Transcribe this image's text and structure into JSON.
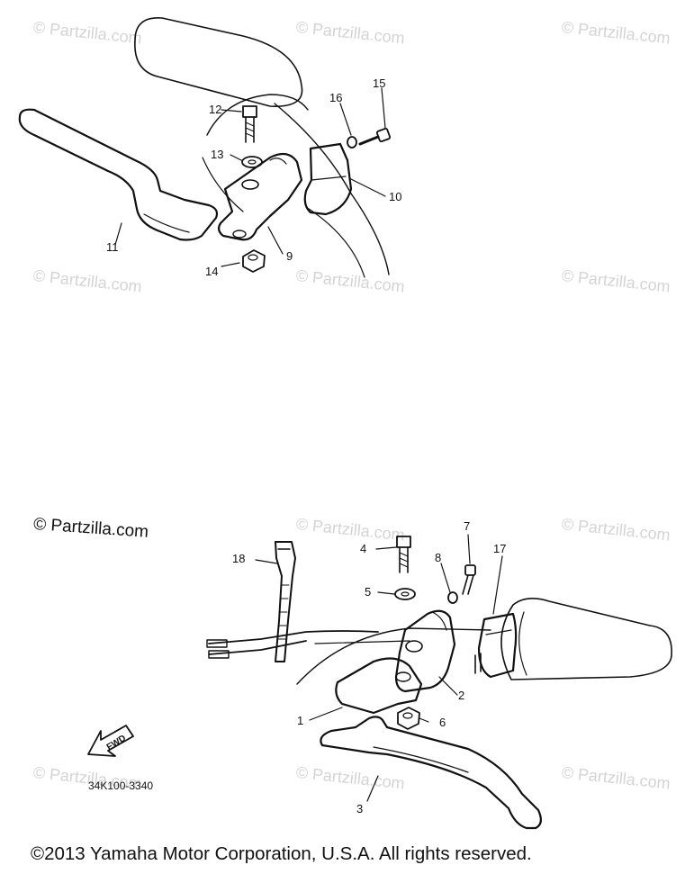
{
  "diagram": {
    "part_code": "34K100-3340",
    "brand_caption": "© Partzilla.com",
    "watermark_text": "© Partzilla.com",
    "copyright": "©2013  Yamaha Motor Corporation, U.S.A. All rights reserved.",
    "fwd_label": "FWD",
    "callouts": {
      "c1": "1",
      "c2": "2",
      "c3": "3",
      "c4": "4",
      "c5": "5",
      "c6": "6",
      "c7": "7",
      "c8": "8",
      "c9": "9",
      "c10": "10",
      "c11": "11",
      "c12": "12",
      "c13": "13",
      "c14": "14",
      "c15": "15",
      "c16": "16",
      "c17": "17",
      "c18": "18"
    }
  }
}
